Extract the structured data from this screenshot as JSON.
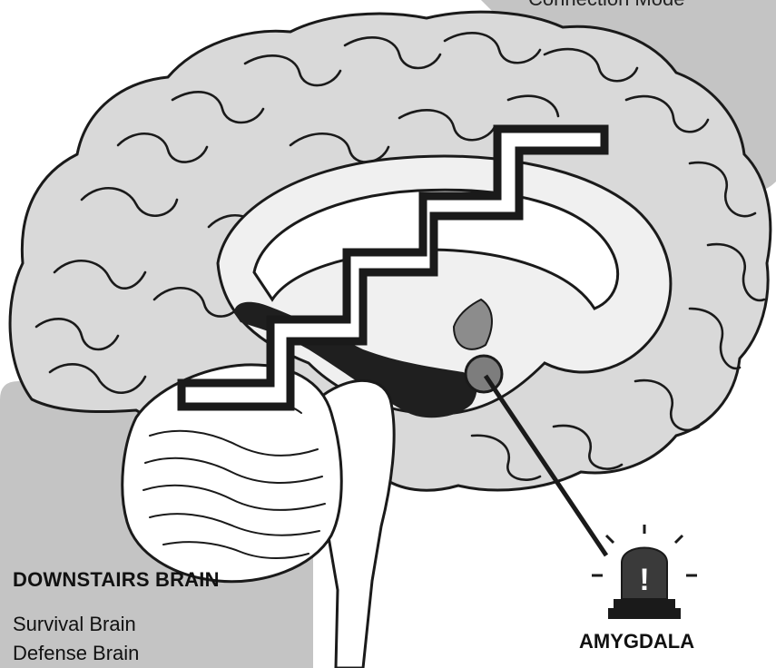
{
  "upstairs": {
    "label": "Connection Mode"
  },
  "downstairs": {
    "title": "DOWNSTAIRS BRAIN",
    "lines": [
      "Survival Brain",
      "Defense Brain"
    ]
  },
  "amygdala": {
    "label": "AMYGDALA",
    "alarm_symbol": "!"
  },
  "colors": {
    "panel_gray": "#c4c4c4",
    "brain_fill": "#d9d9d9",
    "inner_fill": "#f0f0f0",
    "ventricle": "#1f1f1f",
    "amygdala_fill": "#8c8c8c",
    "outline": "#1a1a1a"
  }
}
